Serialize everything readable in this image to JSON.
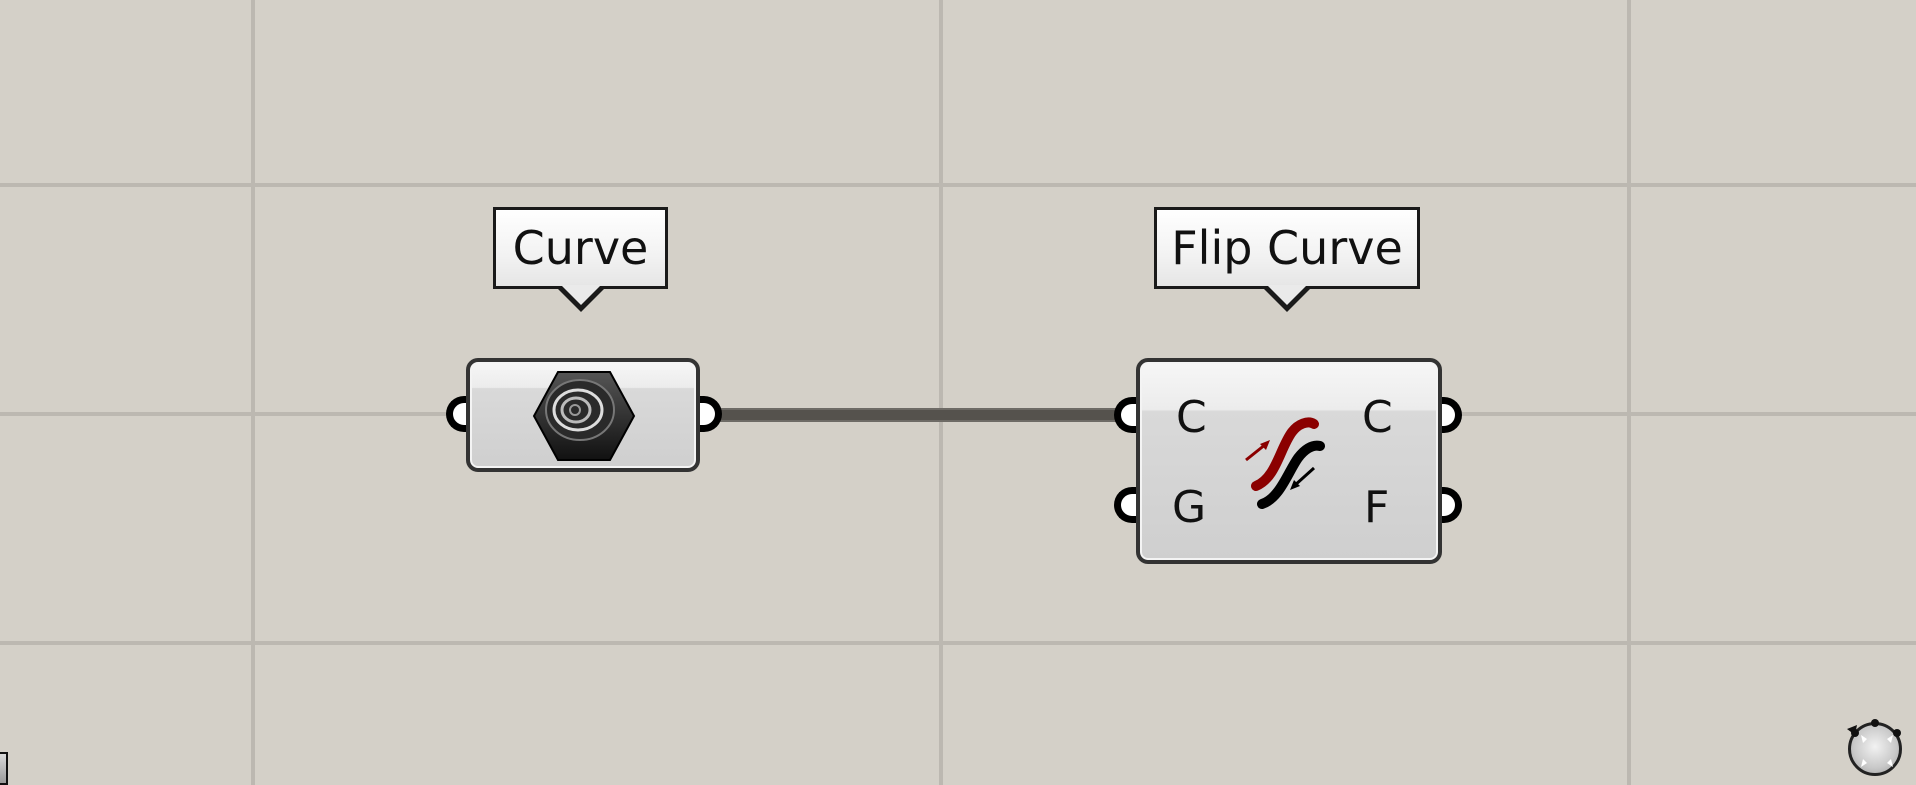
{
  "canvas": {
    "background": "#d4d0c8",
    "grid_color": "#bcb8b1",
    "grid_x": [
      252,
      940,
      1628
    ],
    "grid_y": [
      185,
      414,
      643
    ]
  },
  "nodes": [
    {
      "id": "curve",
      "tag_label": "Curve",
      "icon": "curve-param-icon",
      "inputs": [],
      "outputs": []
    },
    {
      "id": "flip-curve",
      "tag_label": "Flip Curve",
      "icon": "flip-curve-icon",
      "inputs": [
        {
          "label": "C"
        },
        {
          "label": "G"
        }
      ],
      "outputs": [
        {
          "label": "C"
        },
        {
          "label": "F"
        }
      ]
    }
  ],
  "wire": {
    "from": "curve.output",
    "to": "flip-curve.inputs.C",
    "color": "#55524d"
  },
  "navigator": {
    "icon": "canvas-navigation-icon"
  },
  "accent": {
    "flip_red": "#8b0000"
  }
}
